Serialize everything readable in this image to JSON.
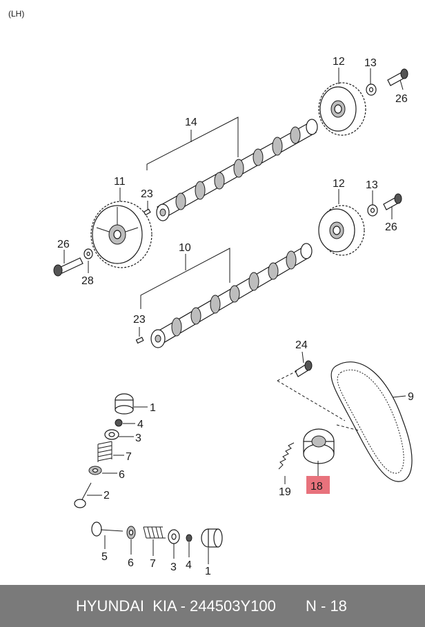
{
  "corner_label": "(LH)",
  "callouts": {
    "c12a": "12",
    "c13a": "13",
    "c26a": "26",
    "c14": "14",
    "c11": "11",
    "c23a": "23",
    "c12b": "12",
    "c13b": "13",
    "c26b": "26",
    "c26c": "26",
    "c28": "28",
    "c10": "10",
    "c23b": "23",
    "c24": "24",
    "c9": "9",
    "c19": "19",
    "c18": "18",
    "c1a": "1",
    "c4a": "4",
    "c3a": "3",
    "c7a": "7",
    "c6a": "6",
    "c2": "2",
    "c5": "5",
    "c6b": "6",
    "c7b": "7",
    "c3b": "3",
    "c4b": "4",
    "c1b": "1"
  },
  "highlight_color": "#e8727c",
  "footer": {
    "brand": "HYUNDAI  KIA - 244503Y100",
    "ref": "N - 18"
  }
}
